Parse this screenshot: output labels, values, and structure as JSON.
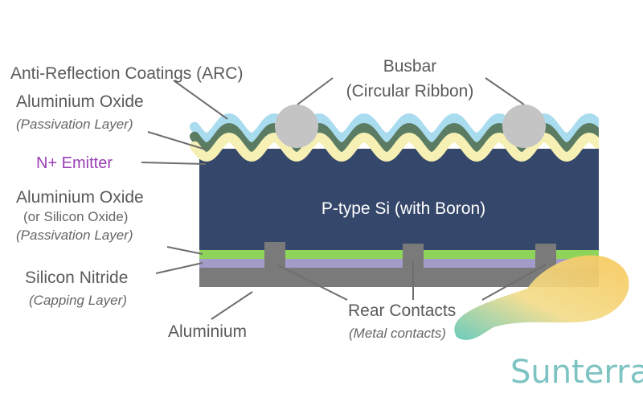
{
  "labels": {
    "arc": "Anti-Reflection Coatings (ARC)",
    "busbar_title": "Busbar",
    "busbar_sub": "(Circular Ribbon)",
    "al_oxide_front": "Aluminium Oxide",
    "al_oxide_front_sub": "(Passivation Layer)",
    "emitter": "N+ Emitter",
    "p_type": "P-type Si (with Boron)",
    "al_oxide_rear": "Aluminium Oxide",
    "al_oxide_rear_alt": "(or Silicon Oxide)",
    "al_oxide_rear_sub": "(Passivation Layer)",
    "silicon_nitride": "Silicon Nitride",
    "silicon_nitride_sub": "(Capping Layer)",
    "aluminium": "Aluminium",
    "rear_contacts": "Rear Contacts",
    "rear_contacts_sub": "(Metal contacts)"
  },
  "logo": {
    "text": "Sunterra"
  },
  "colors": {
    "arc": "#a9dcef",
    "al_oxide": "#5b7c63",
    "emitter": "#f6f0b4",
    "substrate": "#35476a",
    "passivation_green": "#8ed35a",
    "nitride": "#a39cc8",
    "aluminium": "#7a7a7a",
    "busbar": "#c4c4c4",
    "emitter_text": "#9b3fb5"
  }
}
